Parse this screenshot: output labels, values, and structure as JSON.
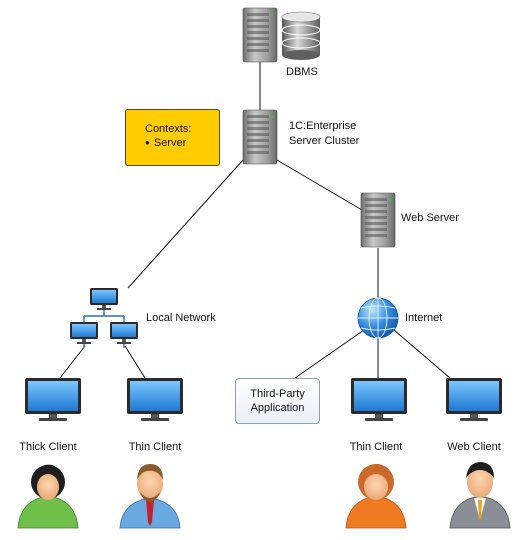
{
  "labels": {
    "dbms": "DBMS",
    "cluster_line1": "1C:Enterprise",
    "cluster_line2": "Server Cluster",
    "web_server": "Web Server",
    "local_network": "Local Network",
    "internet": "Internet",
    "thick_client": "Thick Client",
    "thin_client_left": "Thin Client",
    "thin_client_right": "Thin Client",
    "web_client": "Web Client"
  },
  "contexts": {
    "title": "Contexts:",
    "items": [
      "Server"
    ]
  },
  "third_party": {
    "line1": "Third-Party",
    "line2": "Application"
  },
  "colors": {
    "contexts_fill": "#ffcc00",
    "server_body": "#9a9a9a",
    "monitor_screen": "#3d9fe8",
    "globe": "#2a7fd8",
    "connector": "#111111"
  }
}
